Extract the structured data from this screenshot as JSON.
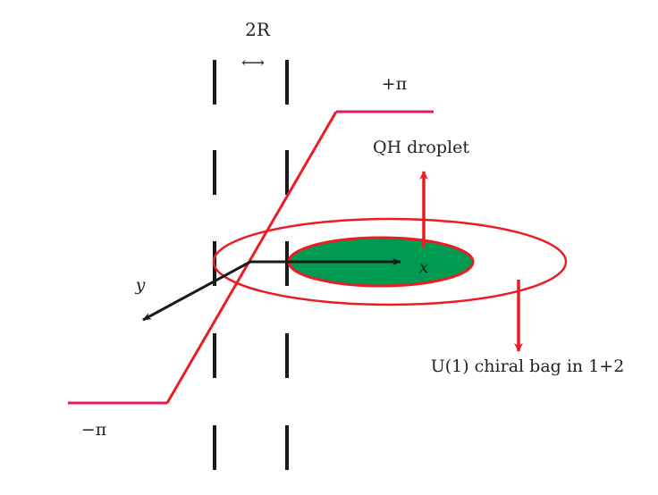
{
  "labels": {
    "width": "2R",
    "width_arrow": "⟷",
    "plus_pi": "+π",
    "minus_pi": "−π",
    "droplet": "QH droplet",
    "x_axis": "x",
    "y_axis": "y",
    "bag": "U(1) chiral bag in 1+2"
  },
  "colors": {
    "profile_flat": "#e8195a",
    "profile_ramp": "#ec1c24",
    "ellipse": "#ec1c24",
    "droplet_fill": "#009a50",
    "axes": "#1a1a1a"
  }
}
